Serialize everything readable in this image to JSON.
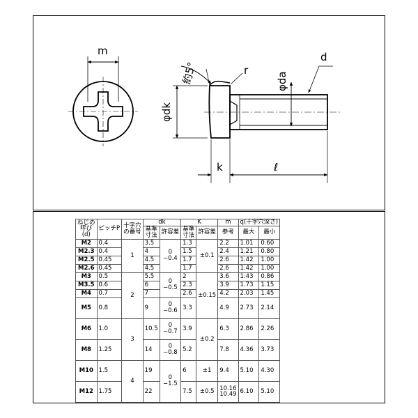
{
  "drawing": {
    "labels": {
      "m": "m",
      "angle": "約5°",
      "r": "r",
      "phi_da": "φda",
      "d": "d",
      "phi_dk": "φdk",
      "k": "k",
      "l": "ℓ"
    }
  },
  "table": {
    "headers": {
      "size": "ねじの呼び(d)",
      "size_lines": [
        "ねじの",
        "呼び",
        "(d)"
      ],
      "pitch": "ピッチP",
      "recess_no": "十字穴の番号",
      "recess_lines": [
        "十字穴",
        "の番号"
      ],
      "dk": "dk",
      "k": "K",
      "m": "m",
      "q": "q(十字穴深さ)",
      "basic": "基準寸法",
      "basic_lines": [
        "基準",
        "寸法"
      ],
      "tolerance": "許容差",
      "reference": "参考",
      "max": "最大",
      "min": "最小"
    },
    "rows": [
      {
        "size": "M2",
        "pitch": "0.4",
        "dk": "3.5",
        "k": "1.3",
        "m": "2.2",
        "qmax": "1.01",
        "qmin": "0.60"
      },
      {
        "size": "M2.3",
        "pitch": "0.4",
        "dk": "4",
        "k": "1.5",
        "m": "2.4",
        "qmax": "1.21",
        "qmin": "0.80"
      },
      {
        "size": "M2.5",
        "pitch": "0.45",
        "dk": "4.5",
        "k": "1.7",
        "m": "2.6",
        "qmax": "1.42",
        "qmin": "1.00"
      },
      {
        "size": "M2.6",
        "pitch": "0.45",
        "dk": "4.5",
        "k": "1.7",
        "m": "2.6",
        "qmax": "1.42",
        "qmin": "1.00"
      },
      {
        "size": "M3",
        "pitch": "0.5",
        "dk": "5.5",
        "k": "2",
        "m": "3.6",
        "qmax": "1.43",
        "qmin": "0.86"
      },
      {
        "size": "M3.5",
        "pitch": "0.6",
        "dk": "6",
        "k": "2.3",
        "m": "3.9",
        "qmax": "1.73",
        "qmin": "1.15"
      },
      {
        "size": "M4",
        "pitch": "0.7",
        "dk": "7",
        "k": "2.6",
        "m": "4.2",
        "qmax": "2.03",
        "qmin": "1.45"
      },
      {
        "size": "M5",
        "pitch": "0.8",
        "dk": "9",
        "k": "3.3",
        "m": "4.9",
        "qmax": "2.73",
        "qmin": "2.14"
      },
      {
        "size": "M6",
        "pitch": "1.0",
        "dk": "10.5",
        "k": "3.9",
        "m": "6.3",
        "qmax": "2.86",
        "qmin": "2.26"
      },
      {
        "size": "M8",
        "pitch": "1.25",
        "dk": "14",
        "k": "5.2",
        "m": "7.8",
        "qmax": "4.36",
        "qmin": "3.73"
      },
      {
        "size": "M10",
        "pitch": "1.5",
        "dk": "19",
        "k": "6",
        "m": "9.4",
        "qmax": "5.10",
        "qmin": "4.30"
      },
      {
        "size": "M12",
        "pitch": "1.75",
        "dk": "22",
        "k": "7.5",
        "m": "10.16 / 10.49",
        "m_top": "10.16",
        "m_bottom": "10.49",
        "qmax": "6.10",
        "qmin": "5.10"
      }
    ],
    "recess_groups": [
      "1",
      "2",
      "3",
      "4"
    ],
    "dk_tolerances": [
      {
        "upper": "0",
        "lower": "−0.4"
      },
      {
        "upper": "0",
        "lower": "−0.5"
      },
      {
        "upper": "0",
        "lower": "−0.6"
      },
      {
        "upper": "0",
        "lower": "−0.7"
      },
      {
        "upper": "0",
        "lower": "−0.8"
      },
      {
        "upper": "0",
        "lower": "−1.5"
      }
    ],
    "k_tolerances": [
      "±0.1",
      "±0.15",
      "±0.2",
      "±1",
      "±0.5"
    ]
  }
}
